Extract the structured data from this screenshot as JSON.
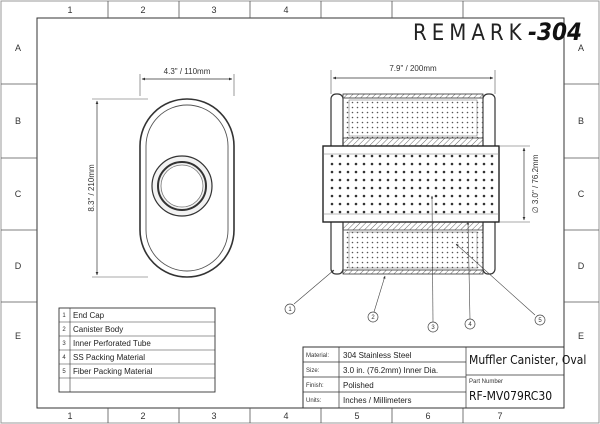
{
  "brand": {
    "text": "REMARK",
    "model": "-304"
  },
  "grid": {
    "columns": [
      "1",
      "2",
      "3",
      "4",
      "5",
      "6",
      "7"
    ],
    "rows": [
      "A",
      "B",
      "C",
      "D",
      "E"
    ]
  },
  "end_view": {
    "width_dim": "4.3\" / 110mm",
    "height_dim": "8.3\" / 210mm"
  },
  "side_view": {
    "length_dim": "7.9\" / 200mm",
    "dia_dim": "∅ 3.0\" / 76.2mm",
    "callouts": [
      "1",
      "2",
      "3",
      "4",
      "5"
    ]
  },
  "parts": [
    {
      "num": "1",
      "name": "End Cap"
    },
    {
      "num": "2",
      "name": "Canister Body"
    },
    {
      "num": "3",
      "name": "Inner Perforated Tube"
    },
    {
      "num": "4",
      "name": "SS Packing Material"
    },
    {
      "num": "5",
      "name": "Fiber Packing Material"
    },
    {
      "num": "",
      "name": ""
    }
  ],
  "title_block": {
    "material_label": "Material:",
    "material_value": "304 Stainless Steel",
    "size_label": "Size:",
    "size_value": "3.0 in. (76.2mm) Inner Dia.",
    "finish_label": "Finish:",
    "finish_value": "Polished",
    "units_label": "Units:",
    "units_value": "Inches / Millimeters",
    "title": "Muffler Canister, Oval",
    "part_number_label": "Part Number",
    "part_number": "RF-MV079RC30"
  }
}
